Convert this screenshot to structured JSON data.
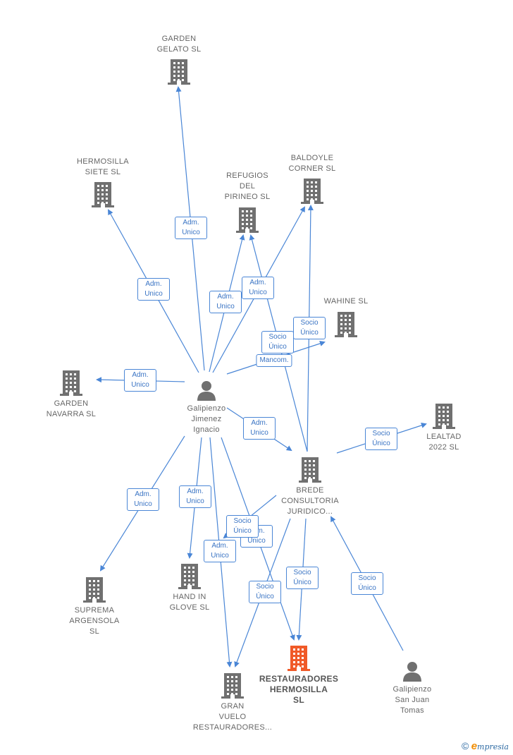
{
  "colors": {
    "edge": "#4a86d6",
    "building": "#707070",
    "building_highlight": "#f05a28",
    "person": "#707070"
  },
  "nodes": [
    {
      "id": "garden-gelato",
      "type": "company",
      "label": "GARDEN\nGELATO SL"
    },
    {
      "id": "hermosilla-siete",
      "type": "company",
      "label": "HERMOSILLA\nSIETE SL"
    },
    {
      "id": "refugios-pirineo",
      "type": "company",
      "label": "REFUGIOS\nDEL\nPIRINEO SL"
    },
    {
      "id": "baldoyle-corner",
      "type": "company",
      "label": "BALDOYLE\nCORNER SL"
    },
    {
      "id": "wahine",
      "type": "company",
      "label": "WAHINE SL"
    },
    {
      "id": "garden-navarra",
      "type": "company",
      "label": "GARDEN\nNAVARRA SL"
    },
    {
      "id": "galipienzo-jimenez",
      "type": "person",
      "label": "Galipienzo\nJimenez\nIgnacio"
    },
    {
      "id": "lealtad-2022",
      "type": "company",
      "label": "LEALTAD\n2022 SL"
    },
    {
      "id": "brede",
      "type": "company",
      "label": "BREDE\nCONSULTORIA\nJURIDICO..."
    },
    {
      "id": "suprema-argensola",
      "type": "company",
      "label": "SUPREMA\nARGENSOLA\nSL"
    },
    {
      "id": "hand-in-glove",
      "type": "company",
      "label": "HAND IN\nGLOVE SL"
    },
    {
      "id": "restauradores-hermosilla",
      "type": "company",
      "highlight": true,
      "label": "RESTAURADORES\nHERMOSILLA\nSL"
    },
    {
      "id": "gran-vuelo",
      "type": "company",
      "label": "GRAN\nVUELO\nRESTAURADORES..."
    },
    {
      "id": "galipienzo-san-juan",
      "type": "person",
      "label": "Galipienzo\nSan Juan\nTomas"
    }
  ],
  "edge_labels": [
    {
      "id": "e1",
      "text": "Adm.\nUnico"
    },
    {
      "id": "e2",
      "text": "Adm.\nUnico"
    },
    {
      "id": "e3",
      "text": "Adm.\nUnico"
    },
    {
      "id": "e4",
      "text": "Adm.\nUnico"
    },
    {
      "id": "e5",
      "text": "Socio\nÚnico"
    },
    {
      "id": "e6",
      "text": "Socio\nÚnico"
    },
    {
      "id": "e7",
      "text": "Mancom."
    },
    {
      "id": "e8",
      "text": "Adm.\nUnico"
    },
    {
      "id": "e9",
      "text": "Adm.\nUnico"
    },
    {
      "id": "e10",
      "text": "Socio\nÚnico"
    },
    {
      "id": "e11",
      "text": "Adm.\nUnico"
    },
    {
      "id": "e12",
      "text": "Adm.\nUnico"
    },
    {
      "id": "e13",
      "text": "Adm.\nUnico"
    },
    {
      "id": "e14",
      "text": "Adm.\nUnico"
    },
    {
      "id": "e15",
      "text": "Socio\nÚnico"
    },
    {
      "id": "e16",
      "text": "Socio\nÚnico"
    },
    {
      "id": "e17",
      "text": "Socio\nÚnico"
    },
    {
      "id": "e18",
      "text": "Socio\nÚnico"
    }
  ],
  "watermark": {
    "symbol": "©",
    "brand_initial": "e",
    "brand_rest": "mpresia"
  }
}
